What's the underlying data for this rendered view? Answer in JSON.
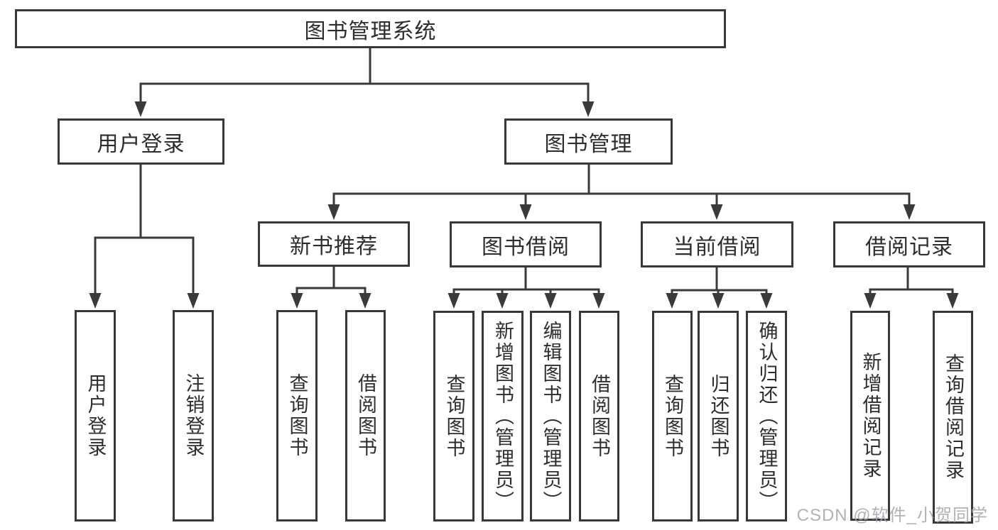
{
  "diagram": {
    "type": "hierarchy-tree",
    "orientation": "top-down",
    "line_color": "#3a3a3a",
    "box_border_color": "#383838",
    "box_background": "#ffffff",
    "tree": {
      "label": "图书管理系统",
      "children": [
        {
          "label": "用户登录",
          "children": [
            {
              "label": "用户登录"
            },
            {
              "label": "注销登录"
            }
          ]
        },
        {
          "label": "图书管理",
          "children": [
            {
              "label": "新书推荐",
              "children": [
                {
                  "label": "查询图书"
                },
                {
                  "label": "借阅图书"
                }
              ]
            },
            {
              "label": "图书借阅",
              "children": [
                {
                  "label": "查询图书"
                },
                {
                  "label": "新增图书（管理员）"
                },
                {
                  "label": "编辑图书（管理员）"
                },
                {
                  "label": "借阅图书"
                }
              ]
            },
            {
              "label": "当前借阅",
              "children": [
                {
                  "label": "查询图书"
                },
                {
                  "label": "归还图书"
                },
                {
                  "label": "确认归还（管理员）"
                }
              ]
            },
            {
              "label": "借阅记录",
              "children": [
                {
                  "label": "新增借阅记录"
                },
                {
                  "label": "查询借阅记录"
                }
              ]
            }
          ]
        }
      ]
    },
    "watermark": {
      "text": "CSDN @软件_小贺同学",
      "color": "#a5a3aa"
    }
  }
}
